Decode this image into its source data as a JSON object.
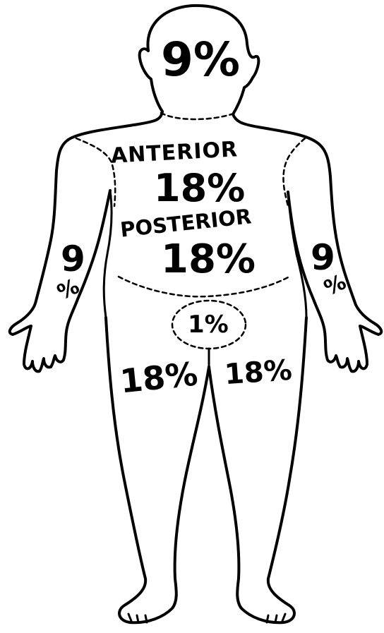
{
  "diagram": {
    "regions": [
      {
        "region": "head",
        "label": "9%"
      },
      {
        "region": "torso-anterior",
        "label": "ANTERIOR",
        "value": "18%"
      },
      {
        "region": "torso-posterior",
        "label": "POSTERIOR",
        "value": "18%"
      },
      {
        "region": "left-arm",
        "label_number": "9",
        "label_symbol": "%"
      },
      {
        "region": "right-arm",
        "label_number": "9",
        "label_symbol": "%"
      },
      {
        "region": "groin",
        "label": "1%"
      },
      {
        "region": "left-leg",
        "label": "18%"
      },
      {
        "region": "right-leg",
        "label": "18%"
      }
    ]
  }
}
